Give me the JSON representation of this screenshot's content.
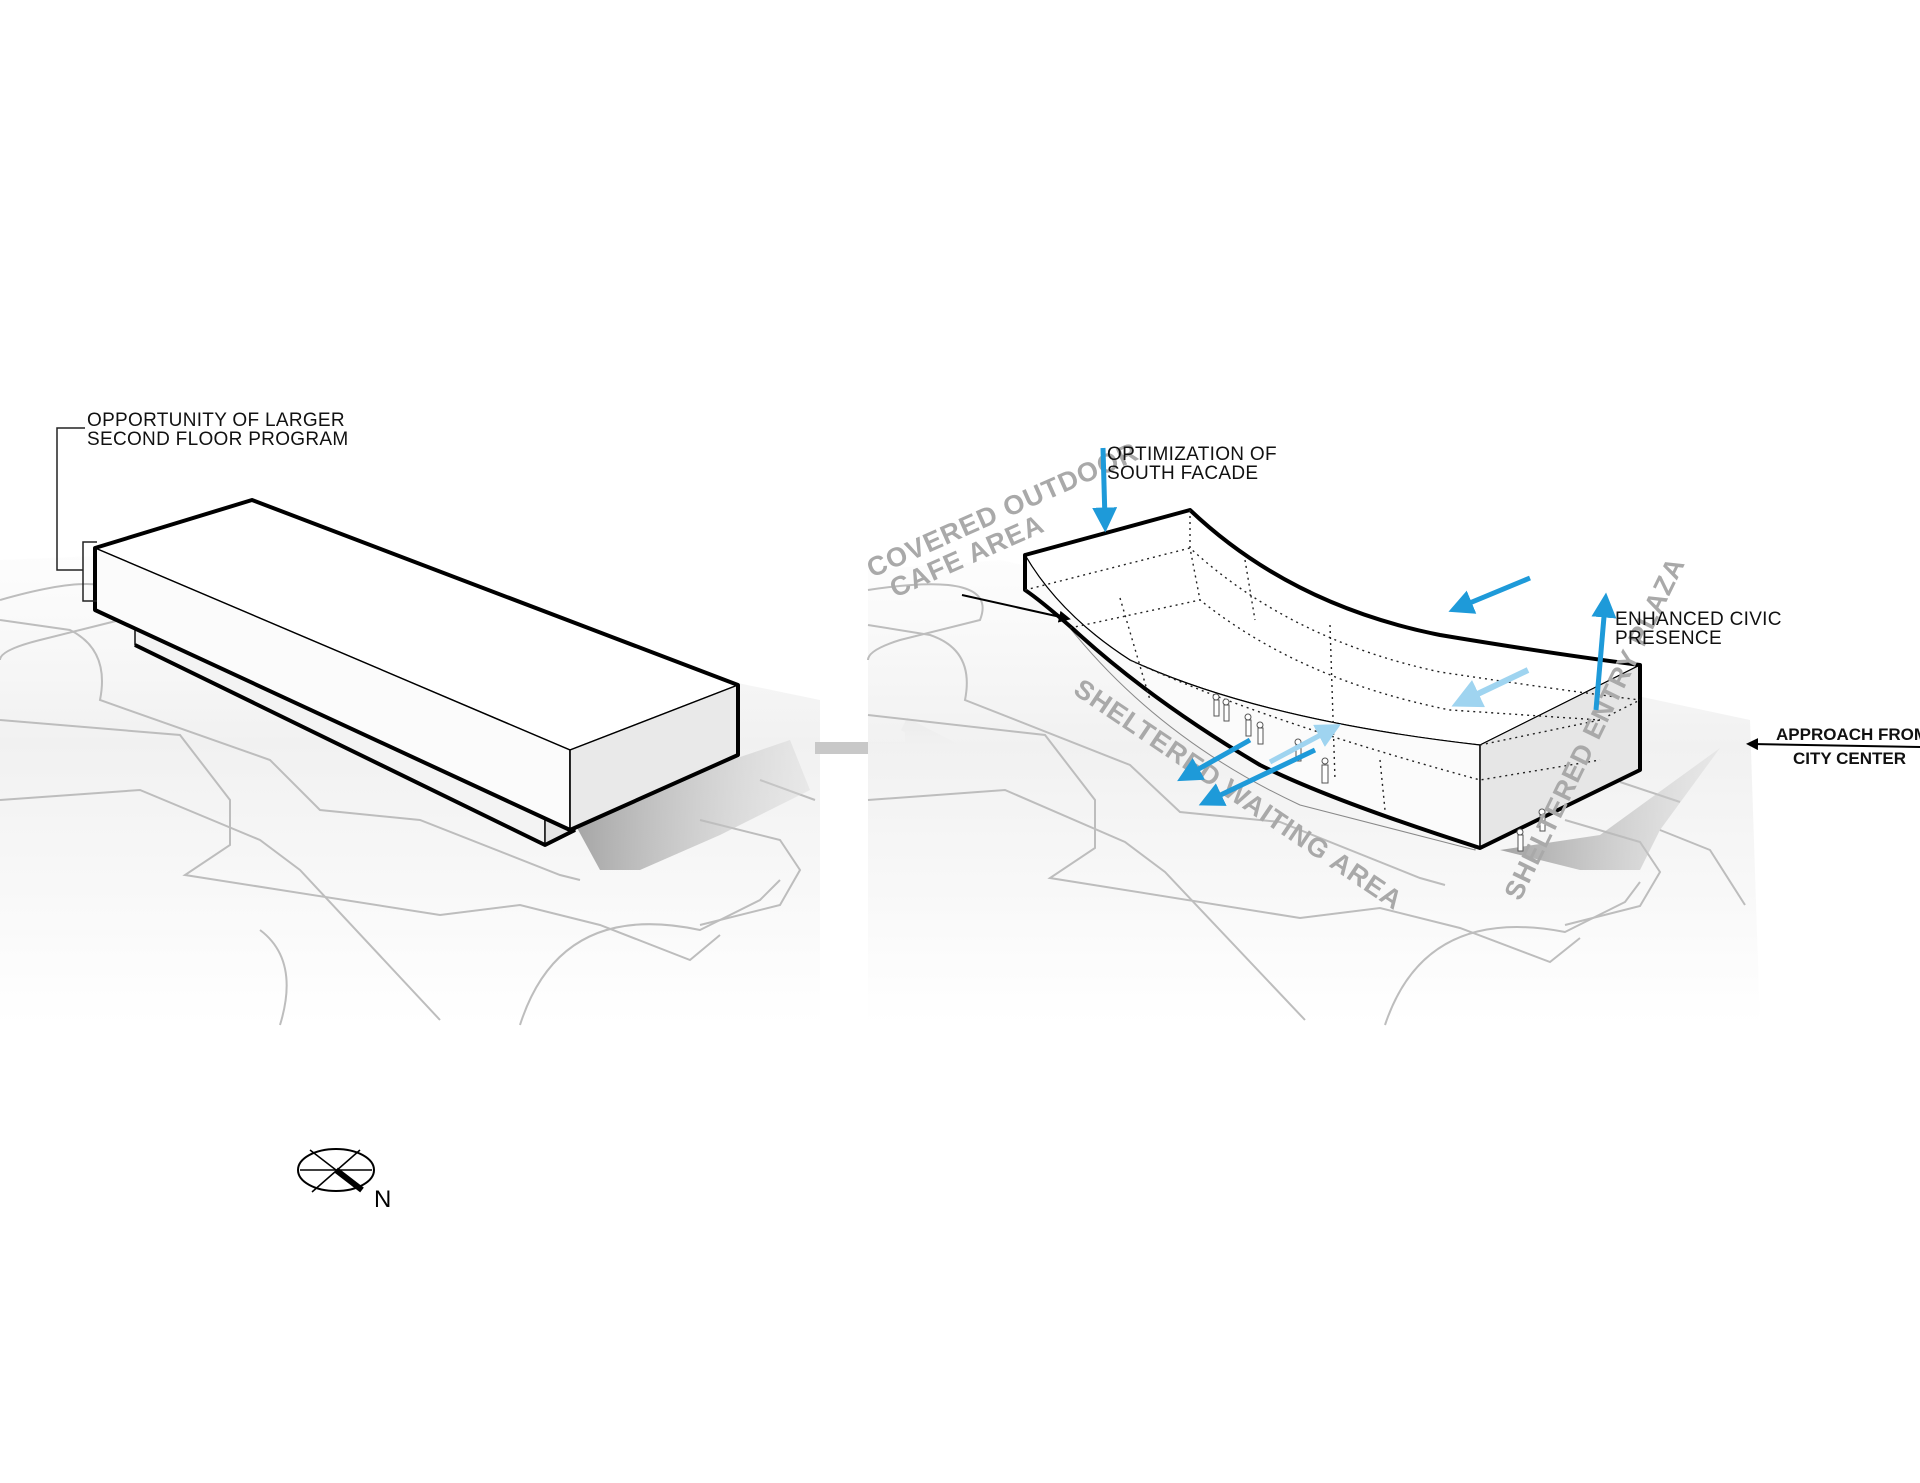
{
  "annotations": {
    "left_callout_line1": "OPPORTUNITY OF LARGER",
    "left_callout_line2": "SECOND FLOOR PROGRAM",
    "south_facade_line1": "OPTIMIZATION OF",
    "south_facade_line2": "SOUTH FACADE",
    "civic_line1": "ENHANCED CIVIC",
    "civic_line2": "PRESENCE",
    "approach_line1": "APPROACH FROM",
    "approach_line2": "CITY CENTER"
  },
  "ground_labels": {
    "cafe_line1": "COVERED OUTDOOR",
    "cafe_line2": "CAFE AREA",
    "waiting": "SHELTERED WAITING AREA",
    "entry": "SHELTERED ENTRY PLAZA"
  },
  "compass": {
    "label": "N",
    "icon": "north-arrow-icon"
  },
  "colors": {
    "arrow_blue": "#1e9ad9",
    "arrow_light_blue": "#9fd4f0",
    "transition_arrow": "#c8c8c8",
    "site_lines": "#bdbdbd",
    "ground_text": "#a9a9a9"
  }
}
